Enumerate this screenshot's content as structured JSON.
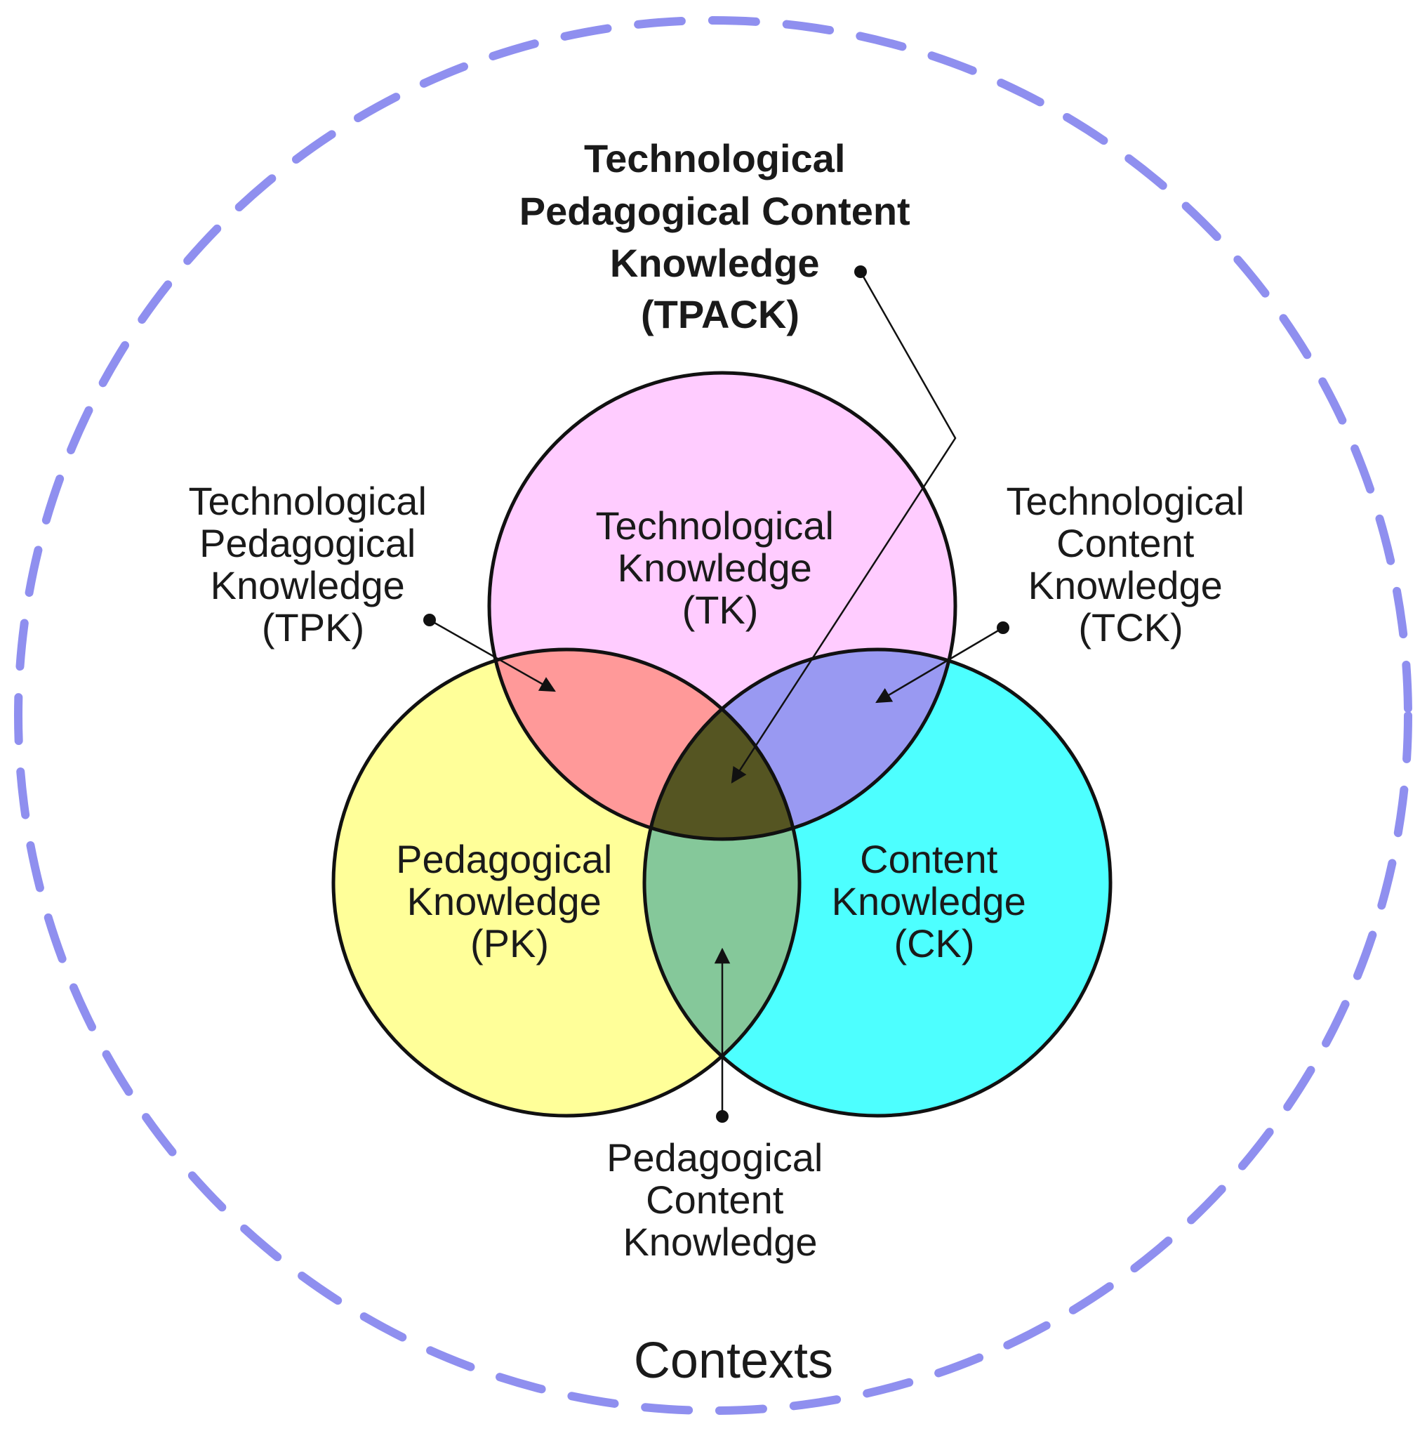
{
  "contexts_label": "Contexts",
  "colors": {
    "contexts_ring": "#8f8fef",
    "tk_fill": "#ffccff",
    "pk_fill": "#ffff99",
    "ck_fill": "#4dffff",
    "tpk_fill": "#ff9999",
    "tck_fill": "#9999f2",
    "pck_fill": "#85c89a",
    "tpack_fill": "#555522",
    "outline": "#111111"
  },
  "circles": {
    "tk": {
      "lines": [
        "Technological",
        "Knowledge",
        "(TK)"
      ]
    },
    "pk": {
      "lines": [
        "Pedagogical",
        "Knowledge",
        "(PK)"
      ]
    },
    "ck": {
      "lines": [
        "Content",
        "Knowledge",
        "(CK)"
      ]
    }
  },
  "callouts": {
    "tpack": {
      "lines": [
        "Technological",
        "Pedagogical Content",
        "Knowledge",
        "(TPACK)"
      ]
    },
    "tpk": {
      "lines": [
        "Technological",
        "Pedagogical",
        "Knowledge",
        "(TPK)"
      ]
    },
    "tck": {
      "lines": [
        "Technological",
        "Content",
        "Knowledge",
        "(TCK)"
      ]
    },
    "pck": {
      "lines": [
        "Pedagogical",
        "Content",
        "Knowledge"
      ]
    }
  }
}
